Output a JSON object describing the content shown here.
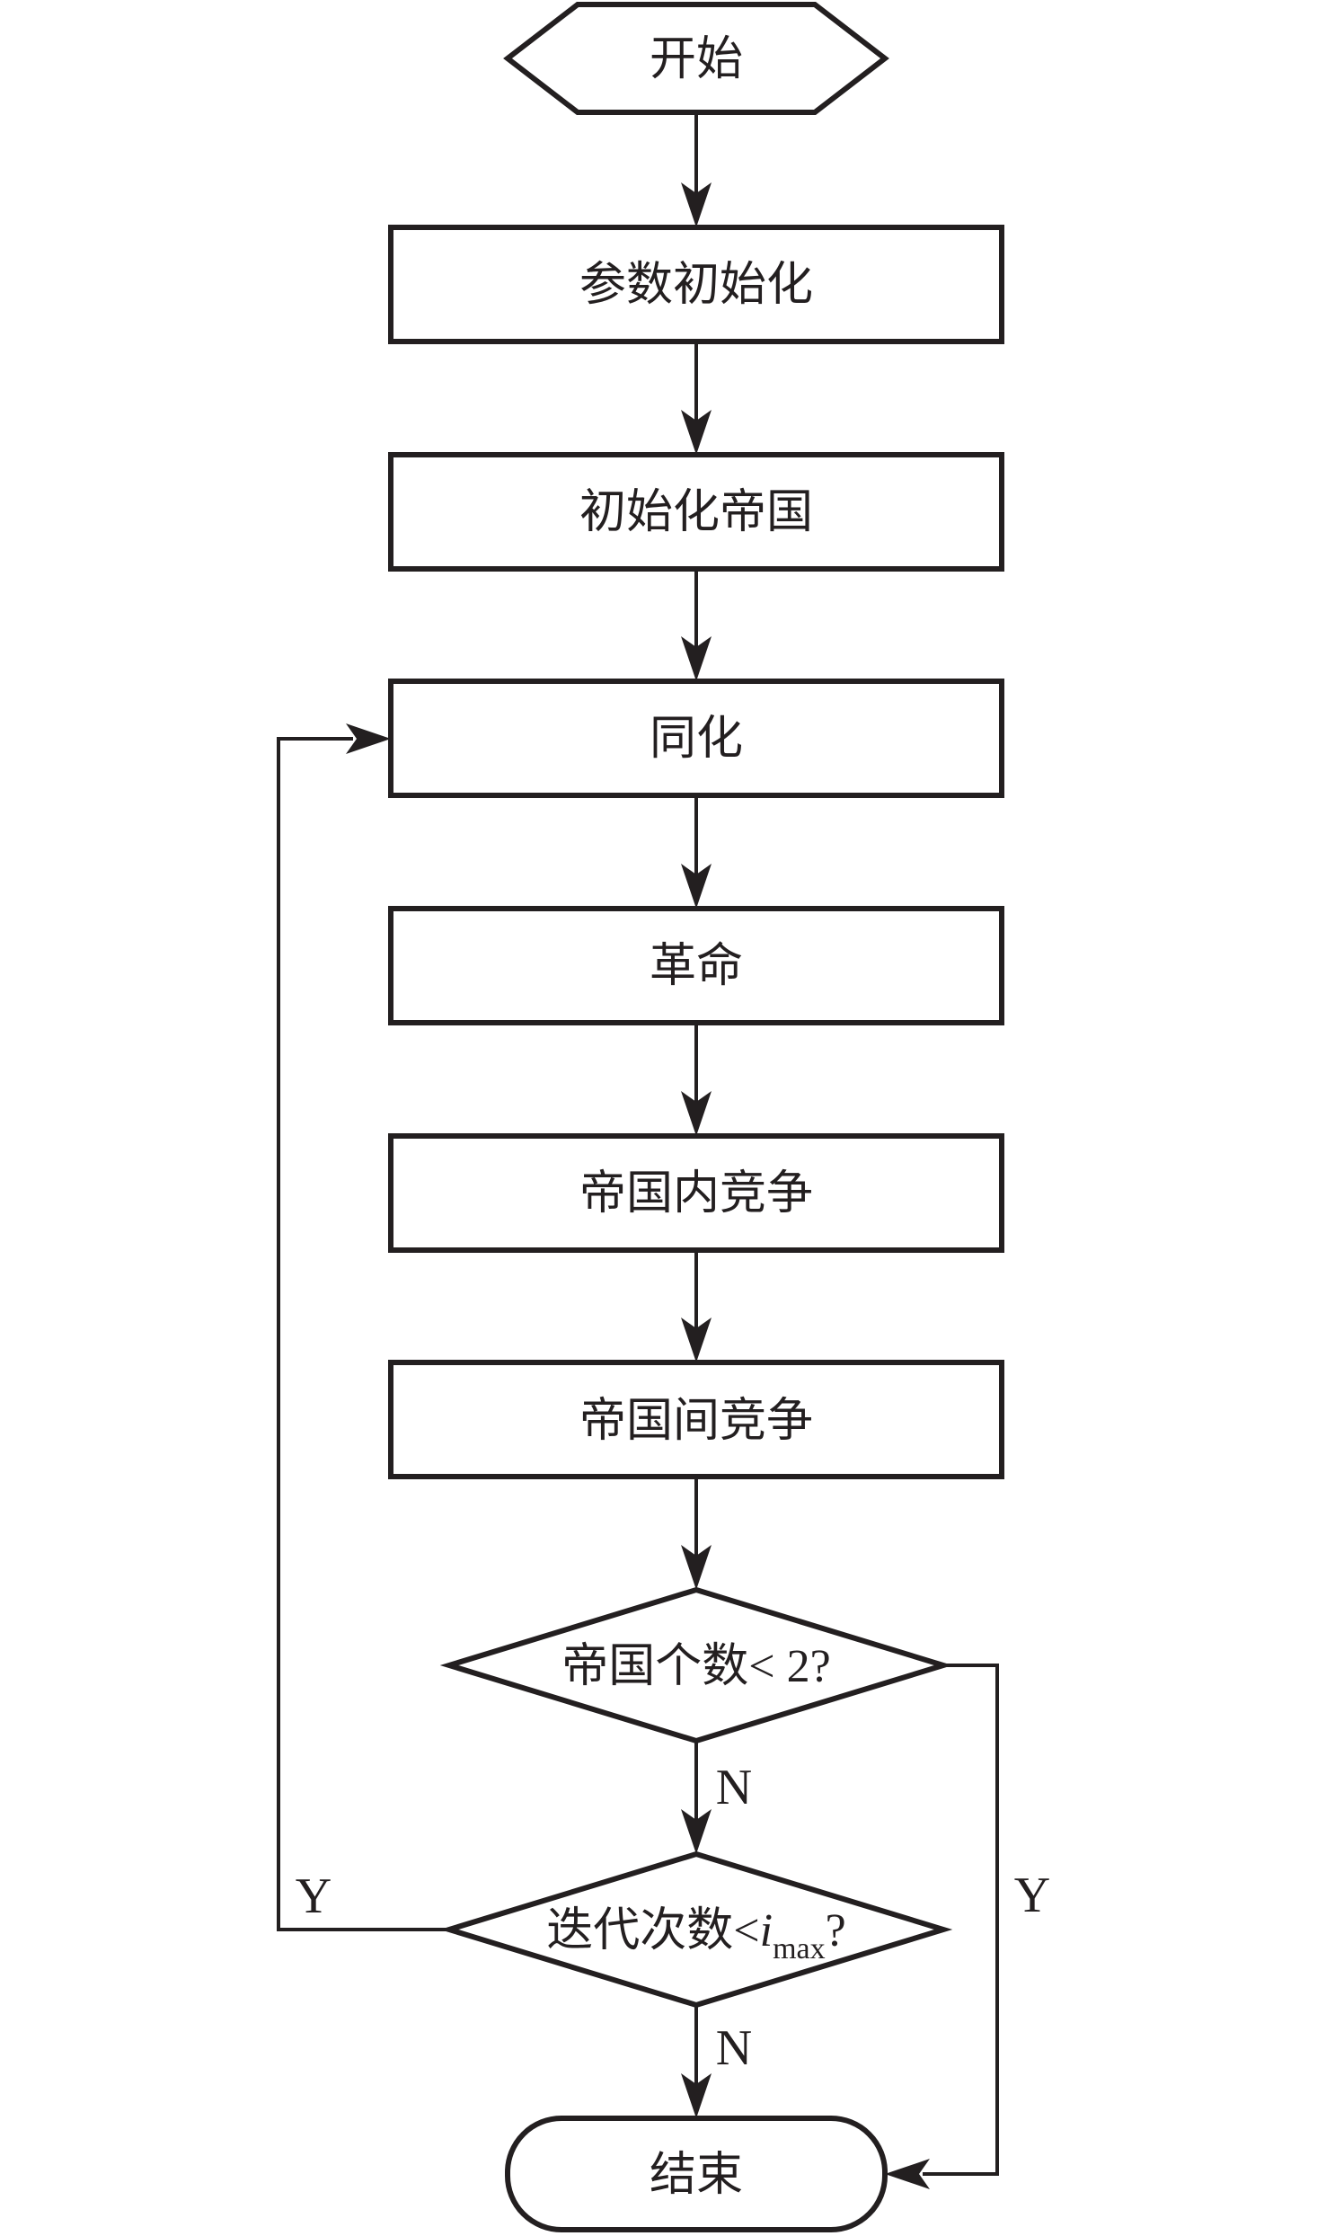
{
  "diagram_type": "flowchart",
  "colors": {
    "stroke": "#231f20",
    "background": "#ffffff"
  },
  "labels": {
    "start": "开始",
    "param_init": "参数初始化",
    "empire_init": "初始化帝国",
    "assimilation": "同化",
    "revolution": "革命",
    "intra_empire_competition": "帝国内竞争",
    "inter_empire_competition": "帝国间竞争",
    "decision_empire_count": "帝国个数< 2?",
    "decision_iteration_prefix": "迭代次数<",
    "decision_iteration_var": "i",
    "decision_iteration_sub": "max",
    "decision_iteration_suffix": "?",
    "end": "结束",
    "no_first": "N",
    "no_second": "N",
    "yes_left": "Y",
    "yes_right": "Y"
  }
}
